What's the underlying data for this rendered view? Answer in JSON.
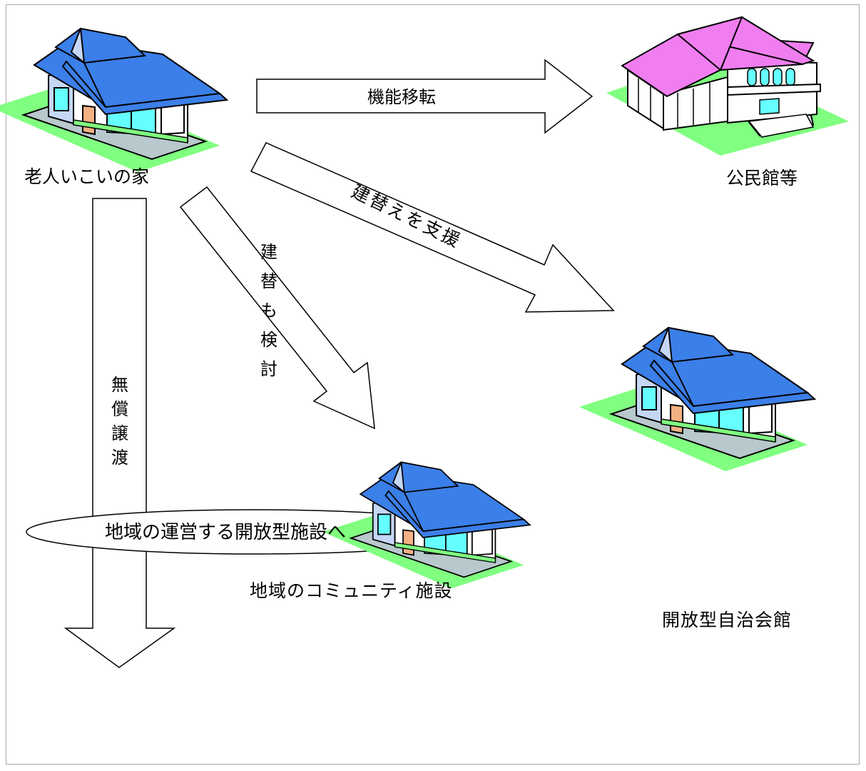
{
  "nodes": {
    "source": "老人いこいの家",
    "kominkan": "公民館等",
    "community": "地域のコミュニティ施設",
    "jichikaikan": "開放型自治会館",
    "destination": "地域の運営する開放型施設へ"
  },
  "edges": {
    "function_transfer": "機能移転",
    "rebuild_support": "建替えを支援",
    "rebuild_consider": "建替も検討",
    "free_transfer": "無償譲渡"
  },
  "colors": {
    "roof_blue": "#3b7fe8",
    "roof_pink": "#f07ef0",
    "window_cyan": "#66ffff",
    "lawn_green": "#80ff80",
    "door_orange": "#f4b183",
    "wall_blue": "#c5d7f5"
  }
}
